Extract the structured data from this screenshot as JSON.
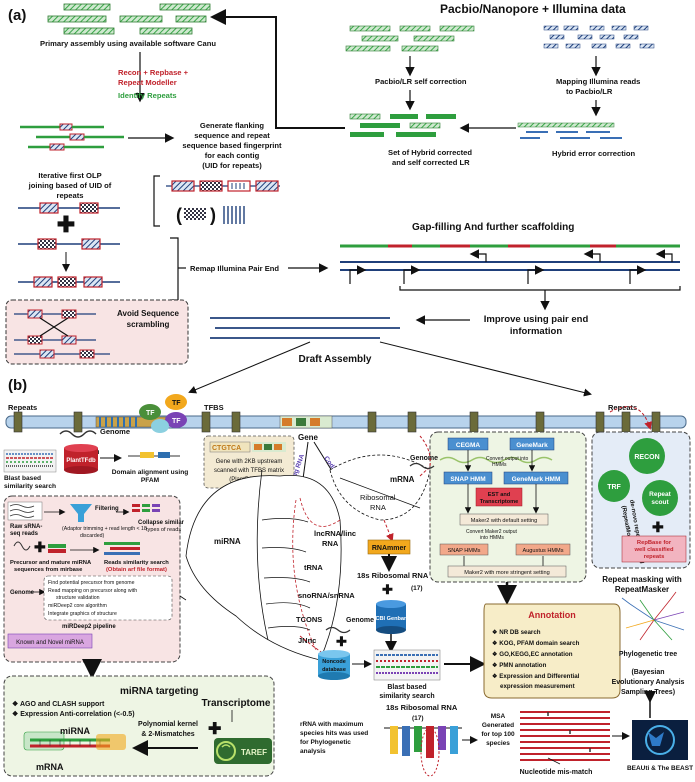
{
  "panel_a": {
    "label": "(a)",
    "header": "Pacbio/Nanopore + Illumina data",
    "primary_assembly": "Primary assembly using available software Canu",
    "recon_tools": [
      "Recon + Repbase +",
      "Repeat Modeller"
    ],
    "identify_repeats": "Identify Repeats",
    "fingerprint": [
      "Generate flanking",
      "sequence and repeat",
      "sequence based fingerprint",
      "for each contig",
      "(UID for repeats)"
    ],
    "self_correction": "Pacbio/LR self correction",
    "mapping": [
      "Mapping Illumina reads",
      "to Pacbio/LR"
    ],
    "hybrid_set": [
      "Set of Hybrid corrected",
      "and self corrected LR"
    ],
    "hybrid_error": "Hybrid error correction",
    "olp": [
      "Iterative first OLP",
      "joining based of UID of",
      "repeats"
    ],
    "gap_filling": "Gap-filling And further scaffolding",
    "remap": "Remap Illumina Pair End",
    "avoid": [
      "Avoid Sequence",
      "scrambling"
    ],
    "improve": [
      "Improve using pair end",
      "information"
    ],
    "draft": "Draft Assembly"
  },
  "panel_b": {
    "label": "(b)",
    "repeats_left": "Repeats",
    "repeats_right": "Repeats",
    "tf": "TF",
    "tfbs": "TFBS",
    "gene": "Gene",
    "genome": "Genome",
    "plant_tfdb": "PlantTFdb",
    "domain_alignment": [
      "Domain alignment using",
      "PFAM"
    ],
    "blast_left": [
      "Blast based",
      "similarity search"
    ],
    "gene_2kb": [
      "Gene with 2KB upstream",
      "scanned with TFBS matrix",
      "(PlantPAN 2.0)"
    ],
    "noncoding": "Non-Coding RNA",
    "coding": "Coding RNA",
    "mrna": "mRNA",
    "ribosomal": [
      "Ribosomal",
      "RNA"
    ],
    "mirna": "miRNA",
    "lncrna": [
      "lncRNA/linc",
      "RNA"
    ],
    "trna": "tRNA",
    "snorna": "snoRNA/snRNA",
    "tcons": "TCONS",
    "jnnc": "JNnc",
    "pipeline": {
      "raw": [
        "Raw sRNA-",
        "seq reads"
      ],
      "filtering": [
        "Filtering",
        "(Adaptor trimming + read length < 18",
        "discarded)"
      ],
      "collapse": [
        "Collapse  similar",
        "types of reads"
      ],
      "precursor": [
        "Precursor and mature miRNA",
        "sequences from mirbase"
      ],
      "reads_sim": [
        "Reads similarity search",
        "(Obtain arf file format)"
      ],
      "genome": "Genome",
      "steps": [
        "Find potential precursor from genome",
        "Read mapping on precursor along with",
        "structure validation",
        "miRDeep2 core algorithm",
        "Integrate graphics of structure"
      ],
      "mirdeep": "miRDeep2 pipeline",
      "known": "Known and Novel miRNA"
    },
    "gene_pred": {
      "cegma": "CEGMA",
      "genemark": "GeneMark",
      "convert1": [
        "Convert output into",
        "HMMs"
      ],
      "snap": "SNAP HMM",
      "genemark_hmm": "GeneMark HMM",
      "est": [
        "EST and",
        "Transcriptome"
      ],
      "maker1": "Maker2 with default setting",
      "convert2": [
        "Convert Maker2 output",
        "into HMMs"
      ],
      "snap_hmms": "SNAP HMMs",
      "augustus": "Augustus HMMs",
      "maker2": "Maker2 with more stringent setting",
      "genome": "Genome"
    },
    "repeat_box": {
      "recon": "RECON",
      "trf": "TRF",
      "scout": [
        "Repeat",
        "scout"
      ],
      "denovo": [
        "de-novo repeat finding",
        "(RepeatModeler)"
      ],
      "repbase": [
        "RepBase for",
        "well classified",
        "repeats"
      ],
      "masking": [
        "Repeat masking with",
        "RepeatMasker"
      ]
    },
    "rnammer": "RNAmmer",
    "rrna_18s": "18s Ribosomal RNA",
    "rrna_17": "(17)",
    "ncbi": [
      "NCBI Genbank"
    ],
    "noncode": [
      "Noncode",
      "database"
    ],
    "genome2": "Genome",
    "blast_mid": [
      "Blast based",
      "similarity search"
    ],
    "annotation": {
      "title": "Annotation",
      "items": [
        "NR DB search",
        "KOG, PFAM domain search",
        "GO,KEGG,EC annotation",
        "PMN annotation",
        "Expression and Differential",
        "expression measurement"
      ]
    },
    "phylo": "Phylogenetic tree",
    "bayesian": [
      "(Bayesian",
      "Evolutionary Analysis",
      "Sampling Trees)"
    ],
    "beast": "BEAUti & The BEAST",
    "targeting": {
      "title": "miRNA targeting",
      "items": [
        "AGO and CLASH support",
        "Expression Anti-correlation (<-0.5)"
      ],
      "mirna": "miRNA",
      "mrna": "mRNA",
      "kernel": [
        "Polynomial kernel",
        "& 2-Mismatches"
      ],
      "transcriptome": "Transcriptome",
      "taref": "TAREF"
    },
    "rrna_max": [
      "rRNA with maximum",
      "species hits was used",
      "for Phylogenetic",
      "analysis"
    ],
    "rrna_18s_2": "18s Ribosomal RNA",
    "rrna_17b": "(17)",
    "msa": [
      "MSA",
      "Generated",
      "for top 100",
      "species"
    ],
    "mismatch": "Nucleotide mis-match"
  },
  "colors": {
    "green_read": "#3aa64a",
    "blue_read": "#3a6fb5",
    "red": "#c0222b",
    "dark_green": "#2f6b2f",
    "tan": "#e8d9b0",
    "box_green": "#eef5e4",
    "box_pink": "#f8e4e4"
  }
}
